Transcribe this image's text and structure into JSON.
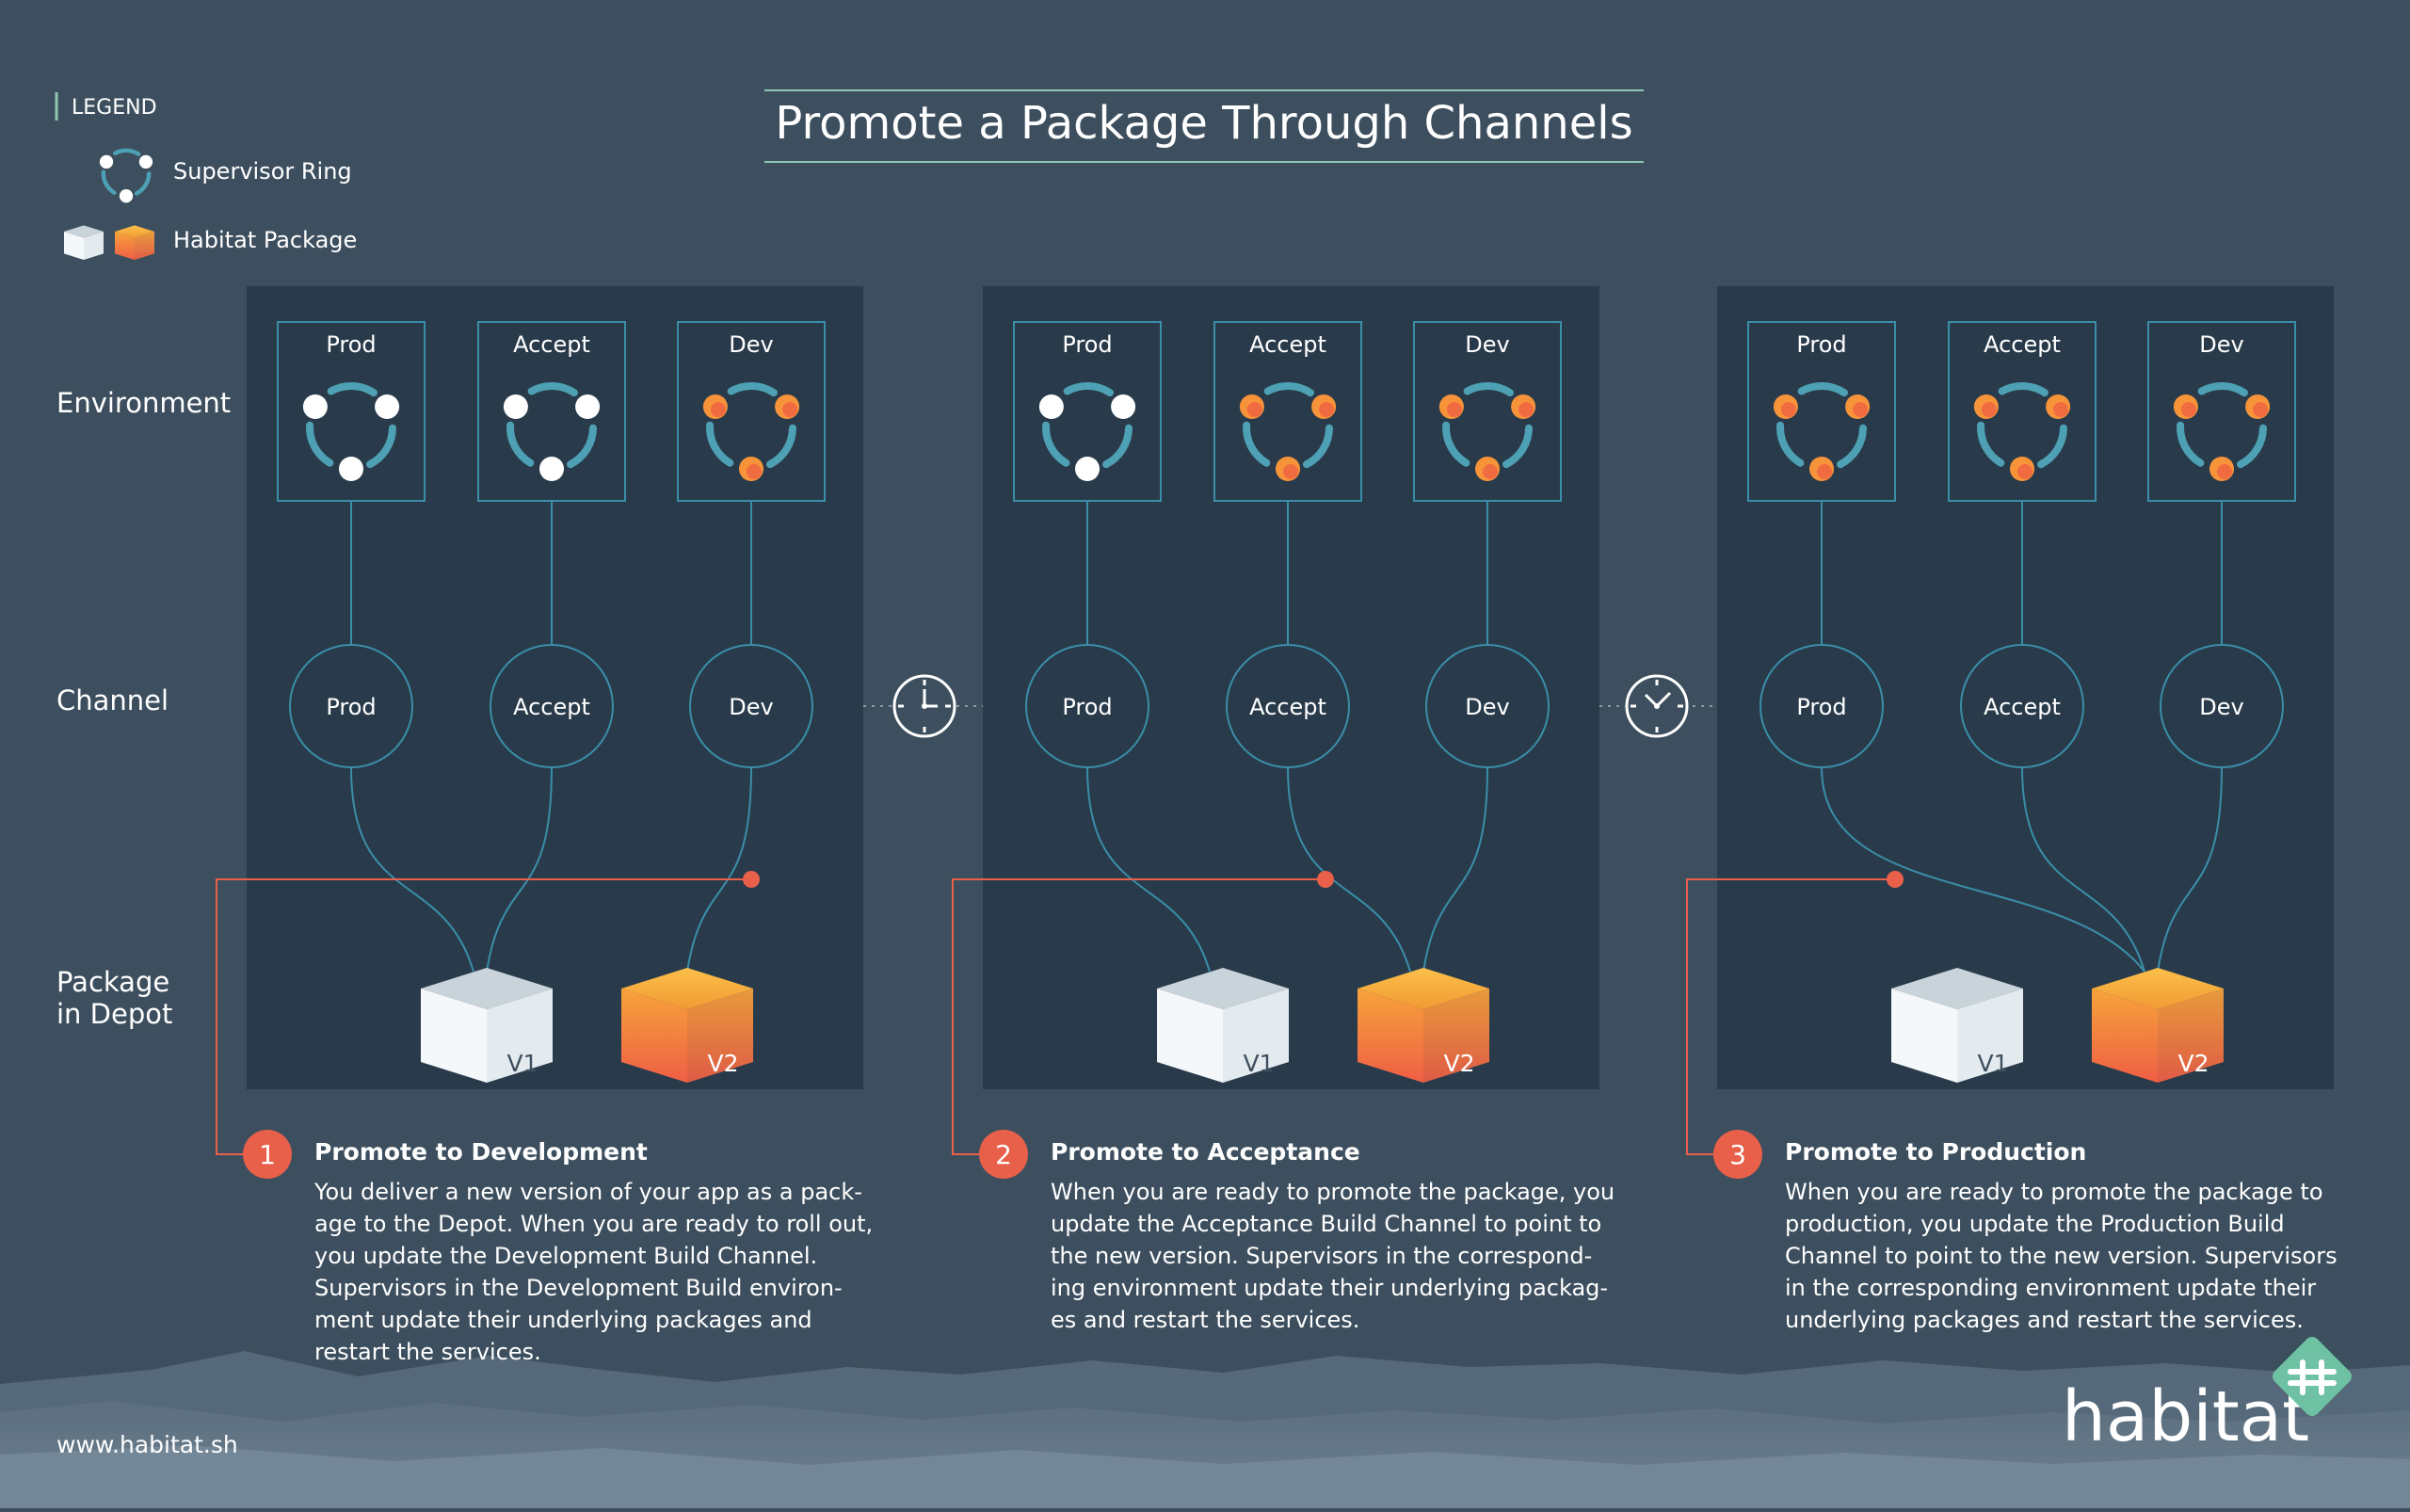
{
  "title": "Promote a Package Through Channels",
  "legend": {
    "heading": "LEGEND",
    "items": [
      {
        "label": "Supervisor Ring",
        "icon": "supervisor-ring-icon"
      },
      {
        "label": "Habitat Package",
        "icon": "package-cube-icon"
      }
    ]
  },
  "row_labels": {
    "environment": "Environment",
    "channel": "Channel",
    "package_line1": "Package",
    "package_line2": "in Depot"
  },
  "env_names": [
    "Prod",
    "Accept",
    "Dev"
  ],
  "channel_names": [
    "Prod",
    "Accept",
    "Dev"
  ],
  "packages": [
    "V1",
    "V2"
  ],
  "stages": [
    {
      "number": "1",
      "heading": "Promote to Development",
      "ring_colors": [
        "white",
        "white",
        "orange"
      ],
      "channel_targets": [
        "V1",
        "V1",
        "V2"
      ],
      "promoted_channel": "Dev",
      "text": [
        "You deliver a new version of your app as a pack-",
        "age to the Depot. When you are ready to roll out,",
        "you update the Development Build Channel.",
        "Supervisors in the Development Build environ-",
        "ment update their underlying packages and",
        "restart the services."
      ]
    },
    {
      "number": "2",
      "heading": "Promote to Acceptance",
      "ring_colors": [
        "white",
        "orange",
        "orange"
      ],
      "channel_targets": [
        "V1",
        "V2",
        "V2"
      ],
      "promoted_channel": "Accept",
      "text": [
        "When you are ready to promote the package, you",
        "update the Acceptance Build Channel to point to",
        "the new version. Supervisors in the correspond-",
        "ing environment update their underlying packag-",
        "es and restart the services."
      ]
    },
    {
      "number": "3",
      "heading": "Promote to Production",
      "ring_colors": [
        "orange",
        "orange",
        "orange"
      ],
      "channel_targets": [
        "V2",
        "V2",
        "V2"
      ],
      "promoted_channel": "Prod",
      "text": [
        "When you are ready to promote the package to",
        "production, you update the Production Build",
        "Channel to point to the new version. Supervisors",
        "in the corresponding environment update their",
        "underlying packages and restart the services."
      ]
    }
  ],
  "footer": {
    "url": "www.habitat.sh",
    "brand": "habitat"
  },
  "colors": {
    "background": "#3d4f5e",
    "panel": "#293b4b",
    "teal": "#3a8ea8",
    "accent": "#e8604a",
    "orange": "#f7943a",
    "package_white": "#f2f6f8"
  }
}
